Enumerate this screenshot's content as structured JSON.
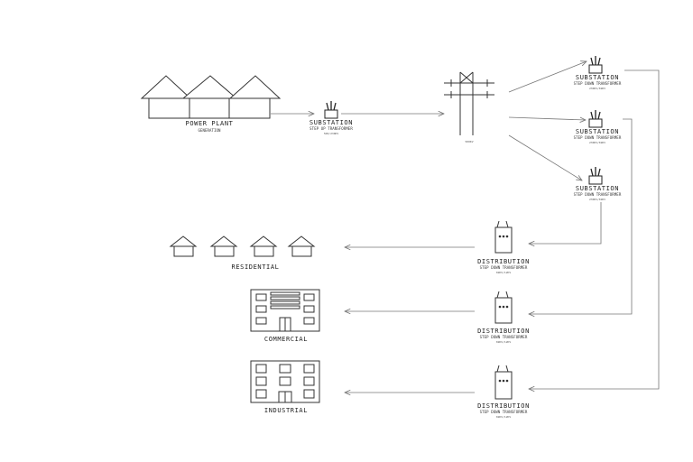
{
  "power_plant": {
    "title": "POWER PLANT",
    "sub": "GENERATION"
  },
  "substation_step_up": {
    "title": "SUBSTATION",
    "sub": "STEP UP TRANSFORMER",
    "note": "500/230KV"
  },
  "tower": {
    "label": "500KV"
  },
  "substations_down": [
    {
      "title": "SUBSTATION",
      "sub": "STEP DOWN TRANSFORMER",
      "note": "230KV/69KV"
    },
    {
      "title": "SUBSTATION",
      "sub": "STEP DOWN TRANSFORMER",
      "note": "230KV/69KV"
    },
    {
      "title": "SUBSTATION",
      "sub": "STEP DOWN TRANSFORMER",
      "note": "230KV/69KV"
    }
  ],
  "distribution": [
    {
      "title": "DISTRIBUTION",
      "sub": "STEP DOWN TRANSFORMER",
      "note": "69KV/12KV"
    },
    {
      "title": "DISTRIBUTION",
      "sub": "STEP DOWN TRANSFORMER",
      "note": "69KV/12KV"
    },
    {
      "title": "DISTRIBUTION",
      "sub": "STEP DOWN TRANSFORMER",
      "note": "69KV/12KV"
    }
  ],
  "consumers": {
    "residential": "RESIDENTIAL",
    "commercial": "COMMERCIAL",
    "industrial": "INDUSTRIAL"
  }
}
